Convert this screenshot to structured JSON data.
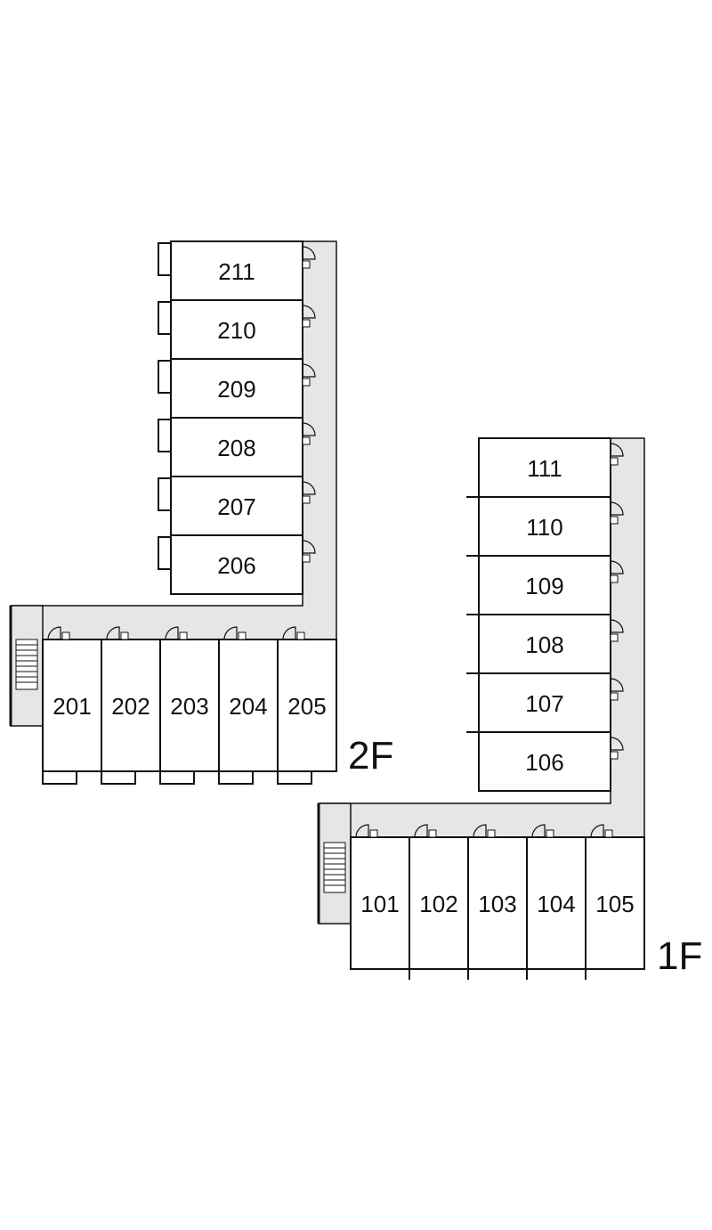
{
  "floors": [
    {
      "label": "2F",
      "rooms_vertical": [
        "211",
        "210",
        "209",
        "208",
        "207",
        "206"
      ],
      "rooms_horizontal": [
        "201",
        "202",
        "203",
        "204",
        "205"
      ]
    },
    {
      "label": "1F",
      "rooms_vertical": [
        "111",
        "110",
        "109",
        "108",
        "107",
        "106"
      ],
      "rooms_horizontal": [
        "101",
        "102",
        "103",
        "104",
        "105"
      ]
    }
  ],
  "colors": {
    "corridor": "#e6e6e6",
    "wall": "#111111",
    "background": "#ffffff"
  }
}
